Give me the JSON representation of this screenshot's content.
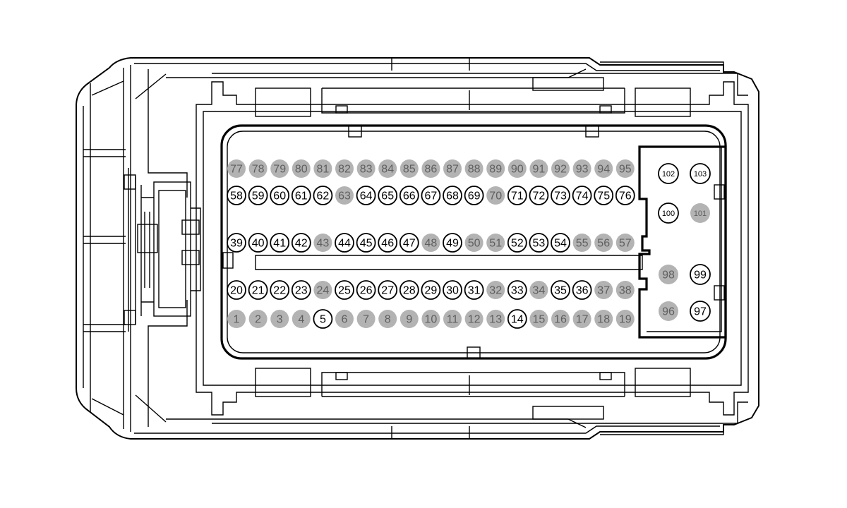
{
  "connector": {
    "colors": {
      "filled_pin": "#b3b3b3",
      "open_pin_fill": "#ffffff",
      "outline": "#000000"
    },
    "rows": [
      {
        "name": "row-77-95",
        "pins": [
          {
            "label": "77",
            "state": "filled"
          },
          {
            "label": "78",
            "state": "filled"
          },
          {
            "label": "79",
            "state": "filled"
          },
          {
            "label": "80",
            "state": "filled"
          },
          {
            "label": "81",
            "state": "filled"
          },
          {
            "label": "82",
            "state": "filled"
          },
          {
            "label": "83",
            "state": "filled"
          },
          {
            "label": "84",
            "state": "filled"
          },
          {
            "label": "85",
            "state": "filled"
          },
          {
            "label": "86",
            "state": "filled"
          },
          {
            "label": "87",
            "state": "filled"
          },
          {
            "label": "88",
            "state": "filled"
          },
          {
            "label": "89",
            "state": "filled"
          },
          {
            "label": "90",
            "state": "filled"
          },
          {
            "label": "91",
            "state": "filled"
          },
          {
            "label": "92",
            "state": "filled"
          },
          {
            "label": "93",
            "state": "filled"
          },
          {
            "label": "94",
            "state": "filled"
          },
          {
            "label": "95",
            "state": "filled"
          }
        ]
      },
      {
        "name": "row-58-76",
        "pins": [
          {
            "label": "58",
            "state": "open"
          },
          {
            "label": "59",
            "state": "open"
          },
          {
            "label": "60",
            "state": "open"
          },
          {
            "label": "61",
            "state": "open"
          },
          {
            "label": "62",
            "state": "open"
          },
          {
            "label": "63",
            "state": "filled"
          },
          {
            "label": "64",
            "state": "open"
          },
          {
            "label": "65",
            "state": "open"
          },
          {
            "label": "66",
            "state": "open"
          },
          {
            "label": "67",
            "state": "open"
          },
          {
            "label": "68",
            "state": "open"
          },
          {
            "label": "69",
            "state": "open"
          },
          {
            "label": "70",
            "state": "filled"
          },
          {
            "label": "71",
            "state": "open"
          },
          {
            "label": "72",
            "state": "open"
          },
          {
            "label": "73",
            "state": "open"
          },
          {
            "label": "74",
            "state": "open"
          },
          {
            "label": "75",
            "state": "open"
          },
          {
            "label": "76",
            "state": "open"
          }
        ]
      },
      {
        "name": "row-39-57",
        "pins": [
          {
            "label": "39",
            "state": "open"
          },
          {
            "label": "40",
            "state": "open"
          },
          {
            "label": "41",
            "state": "open"
          },
          {
            "label": "42",
            "state": "open"
          },
          {
            "label": "43",
            "state": "filled"
          },
          {
            "label": "44",
            "state": "open"
          },
          {
            "label": "45",
            "state": "open"
          },
          {
            "label": "46",
            "state": "open"
          },
          {
            "label": "47",
            "state": "open"
          },
          {
            "label": "48",
            "state": "filled"
          },
          {
            "label": "49",
            "state": "open"
          },
          {
            "label": "50",
            "state": "filled"
          },
          {
            "label": "51",
            "state": "filled"
          },
          {
            "label": "52",
            "state": "open"
          },
          {
            "label": "53",
            "state": "open"
          },
          {
            "label": "54",
            "state": "open"
          },
          {
            "label": "55",
            "state": "filled"
          },
          {
            "label": "56",
            "state": "filled"
          },
          {
            "label": "57",
            "state": "filled"
          }
        ]
      },
      {
        "name": "row-20-38",
        "pins": [
          {
            "label": "20",
            "state": "open"
          },
          {
            "label": "21",
            "state": "open"
          },
          {
            "label": "22",
            "state": "open"
          },
          {
            "label": "23",
            "state": "open"
          },
          {
            "label": "24",
            "state": "filled"
          },
          {
            "label": "25",
            "state": "open"
          },
          {
            "label": "26",
            "state": "open"
          },
          {
            "label": "27",
            "state": "open"
          },
          {
            "label": "28",
            "state": "open"
          },
          {
            "label": "29",
            "state": "open"
          },
          {
            "label": "30",
            "state": "open"
          },
          {
            "label": "31",
            "state": "open"
          },
          {
            "label": "32",
            "state": "filled"
          },
          {
            "label": "33",
            "state": "open"
          },
          {
            "label": "34",
            "state": "filled"
          },
          {
            "label": "35",
            "state": "open"
          },
          {
            "label": "36",
            "state": "open"
          },
          {
            "label": "37",
            "state": "filled"
          },
          {
            "label": "38",
            "state": "filled"
          }
        ]
      },
      {
        "name": "row-1-19",
        "pins": [
          {
            "label": "1",
            "state": "filled"
          },
          {
            "label": "2",
            "state": "filled"
          },
          {
            "label": "3",
            "state": "filled"
          },
          {
            "label": "4",
            "state": "filled"
          },
          {
            "label": "5",
            "state": "open"
          },
          {
            "label": "6",
            "state": "filled"
          },
          {
            "label": "7",
            "state": "filled"
          },
          {
            "label": "8",
            "state": "filled"
          },
          {
            "label": "9",
            "state": "filled"
          },
          {
            "label": "10",
            "state": "filled"
          },
          {
            "label": "11",
            "state": "filled"
          },
          {
            "label": "12",
            "state": "filled"
          },
          {
            "label": "13",
            "state": "filled"
          },
          {
            "label": "14",
            "state": "open"
          },
          {
            "label": "15",
            "state": "filled"
          },
          {
            "label": "16",
            "state": "filled"
          },
          {
            "label": "17",
            "state": "filled"
          },
          {
            "label": "18",
            "state": "filled"
          },
          {
            "label": "19",
            "state": "filled"
          }
        ]
      }
    ],
    "side_block": [
      {
        "name": "row-102-103",
        "pins": [
          {
            "label": "102",
            "state": "open"
          },
          {
            "label": "103",
            "state": "open"
          }
        ]
      },
      {
        "name": "row-100-101",
        "pins": [
          {
            "label": "100",
            "state": "open"
          },
          {
            "label": "101",
            "state": "filled"
          }
        ]
      },
      {
        "name": "row-98-99",
        "pins": [
          {
            "label": "98",
            "state": "filled"
          },
          {
            "label": "99",
            "state": "open"
          }
        ]
      },
      {
        "name": "row-96-97",
        "pins": [
          {
            "label": "96",
            "state": "filled"
          },
          {
            "label": "97",
            "state": "open"
          }
        ]
      }
    ]
  }
}
